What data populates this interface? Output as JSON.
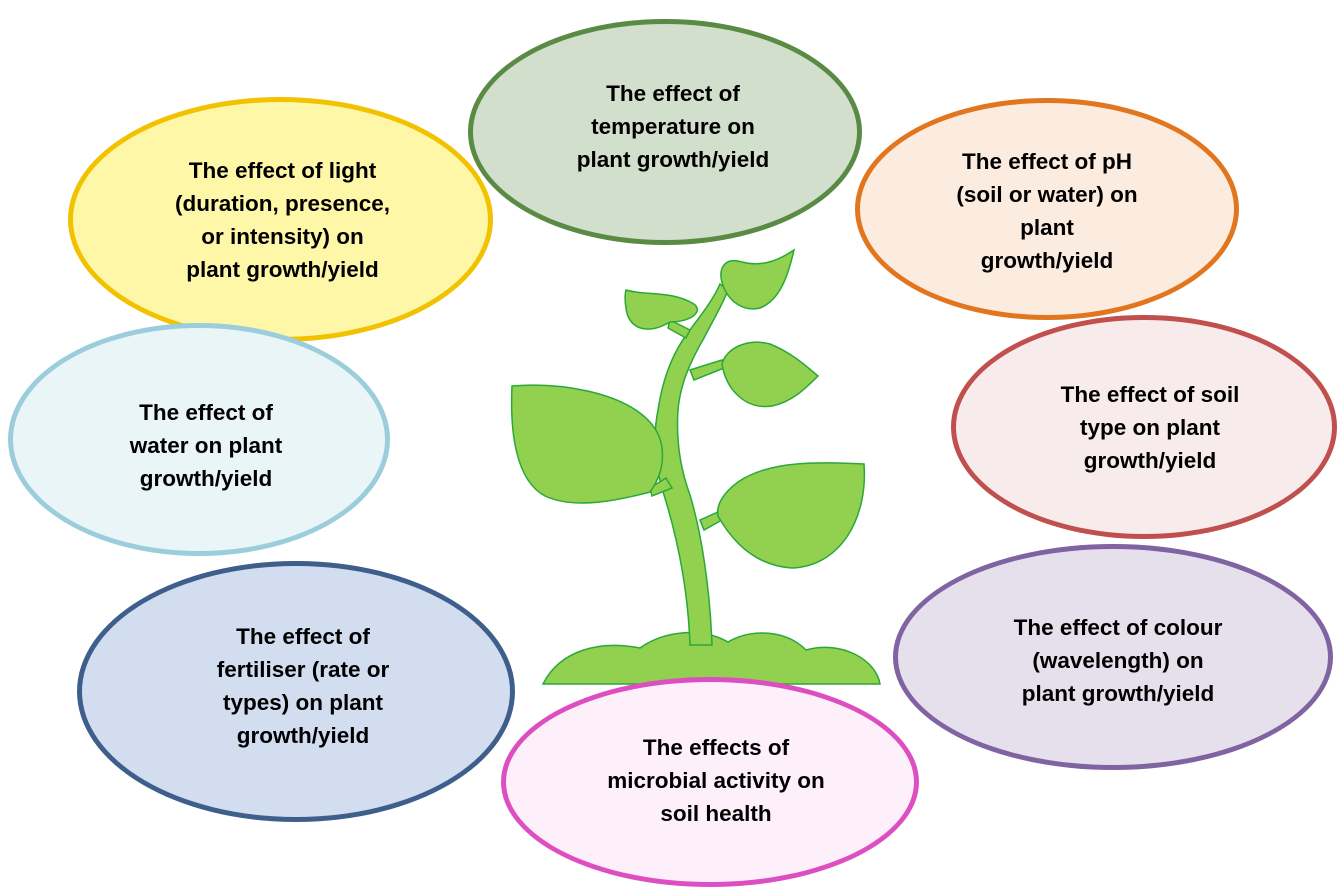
{
  "bubbles": {
    "light": {
      "text": "The effect of light\n(duration, presence,\nor intensity) on\nplant growth/yield",
      "fill": "#fff7a8",
      "border": "#f2c200"
    },
    "temperature": {
      "text": "The effect of\ntemperature on\nplant growth/yield",
      "fill": "#d3dfcd",
      "border": "#5a8b45"
    },
    "ph": {
      "text": "The effect of pH\n(soil or water) on\nplant\ngrowth/yield",
      "fill": "#fcebdf",
      "border": "#e1761f"
    },
    "water": {
      "text": "The effect of\nwater on plant\ngrowth/yield",
      "fill": "#eaf5f8",
      "border": "#9ccddd"
    },
    "soil": {
      "text": "The effect of soil\ntype on plant\ngrowth/yield",
      "fill": "#f8ebeb",
      "border": "#c0504d"
    },
    "fertiliser": {
      "text": "The effect of\nfertiliser (rate or\ntypes) on plant\ngrowth/yield",
      "fill": "#d2ddf0",
      "border": "#3e5e8c"
    },
    "colour": {
      "text": "The effect of colour\n(wavelength) on\nplant growth/yield",
      "fill": "#e6e0ec",
      "border": "#8064a2"
    },
    "microbial": {
      "text": "The effects of\nmicrobial activity on\nsoil health",
      "fill": "#fdf0fa",
      "border": "#dd4fc0"
    }
  },
  "plant": {
    "fill": "#92d050",
    "outline": "#2aa838"
  }
}
